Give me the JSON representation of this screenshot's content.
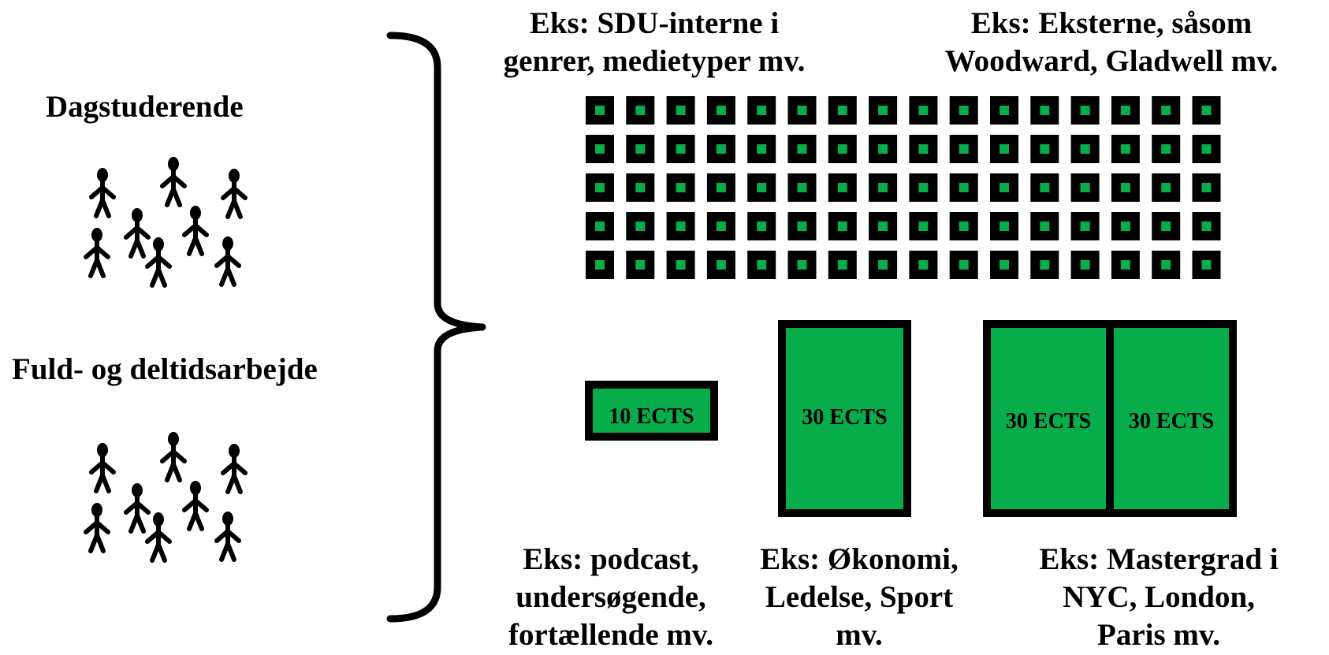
{
  "groups": {
    "top": "Dagstuderende",
    "bottom": "Fuld- og deltidsarbejde"
  },
  "top_captions": {
    "left": [
      "Eks: SDU-interne i",
      "genrer, medietyper mv."
    ],
    "right": [
      "Eks: Eksterne, såsom",
      "Woodward, Gladwell mv."
    ]
  },
  "modules": {
    "small": "10 ECTS",
    "medium": "30 ECTS",
    "large_left": "30 ECTS",
    "large_right": "30 ECTS"
  },
  "bottom_captions": {
    "left": [
      "Eks: podcast,",
      "undersøgende,",
      "fortællende mv."
    ],
    "middle": [
      "Eks: Økonomi,",
      "Ledelse, Sport",
      "mv."
    ],
    "right": [
      "Eks: Mastergrad i",
      "NYC, London,",
      "Paris mv."
    ]
  },
  "colors": {
    "green": "#07ad4b",
    "black": "#000000"
  },
  "grid": {
    "rows": 5,
    "cols": 16
  }
}
